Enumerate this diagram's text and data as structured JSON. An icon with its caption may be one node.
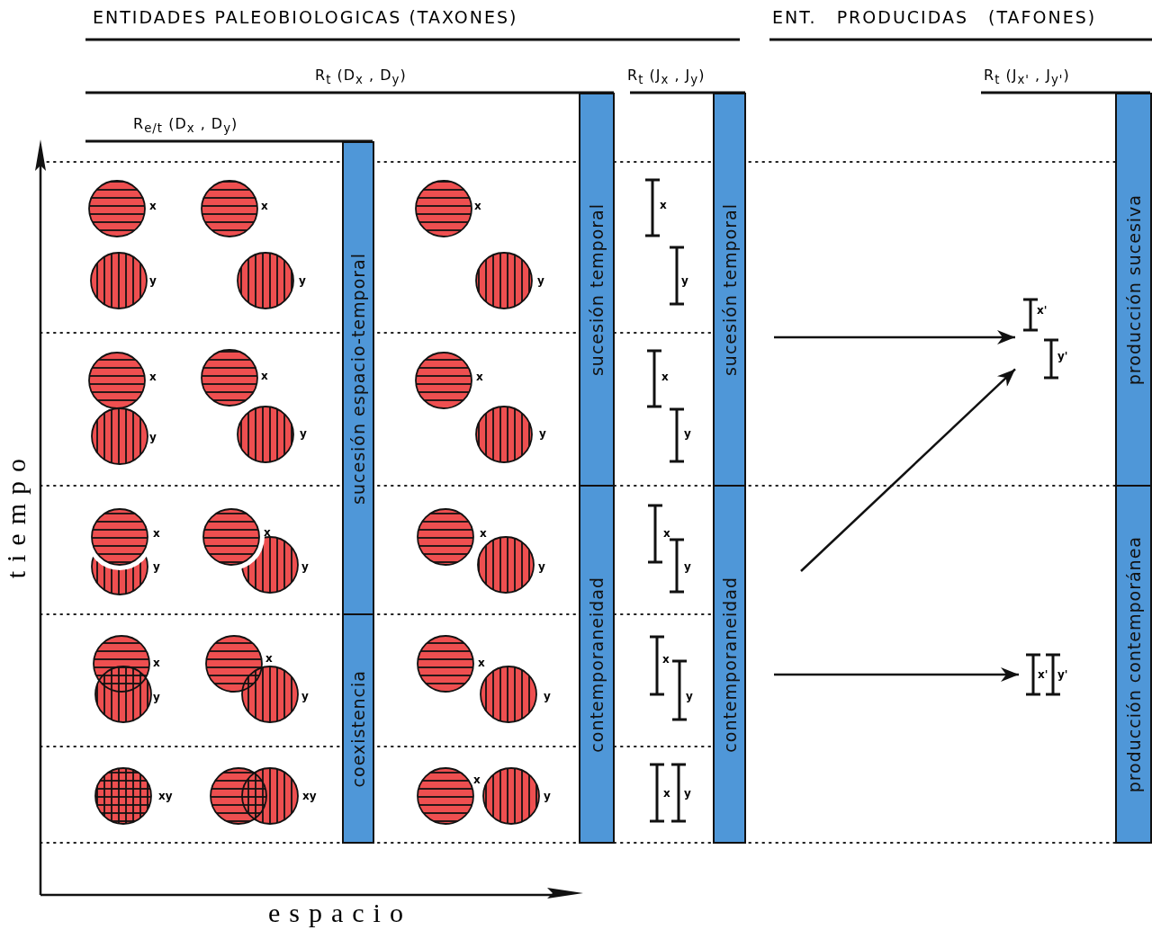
{
  "diagram": {
    "nodes": [
      {
        "text": [
          "sucesión espacio-temporal"
        ]
      },
      {
        "text": [
          "coexistencia"
        ]
      },
      {
        "text": [
          "sucesión temporal"
        ]
      },
      {
        "text": [
          "contemporaneidad"
        ]
      },
      {
        "text": [
          "sucesión temporal"
        ]
      },
      {
        "text": [
          "contemporaneidad"
        ]
      },
      {
        "text": [
          "x'",
          "y'"
        ]
      },
      {
        "text": [
          "x'",
          "y'"
        ]
      },
      {
        "text": [
          "producción sucesiva"
        ]
      },
      {
        "text": [
          "producción contemporánea"
        ]
      }
    ],
    "edges": [
      {
        "from": null,
        "to": 6,
        "arrow": "to"
      },
      {
        "from": null,
        "to": 6,
        "arrow": "to"
      },
      {
        "from": null,
        "to": 7,
        "arrow": "to"
      }
    ],
    "labels": [
      "ENTIDADES PALEOBIOLOGICAS (TAXONES)",
      "ENT. PRODUCIDAS (TAFONES)",
      "R$_{t}$ (D$_{x}$ , D$_{y}$)",
      "R$_{t}$ (J$_{x}$ , J$_{y}$)",
      "R$_{t}$ (J$_{x'}$ , J$_{y'}$)",
      "R$_{e/t}$ (D$_{x}$ , D$_{y}$)",
      "x",
      "x",
      "x",
      "x",
      "y",
      "y",
      "y",
      "y",
      "x",
      "x",
      "x",
      "x",
      "y",
      "y",
      "y",
      "y",
      "x",
      "x",
      "x",
      "x",
      "y",
      "y",
      "y",
      "y",
      "x",
      "x",
      "x",
      "x",
      "y",
      "y",
      "y",
      "y",
      "xy",
      "xy",
      "x",
      "y",
      "x",
      "y",
      "tiempo",
      "espacio"
    ]
  }
}
